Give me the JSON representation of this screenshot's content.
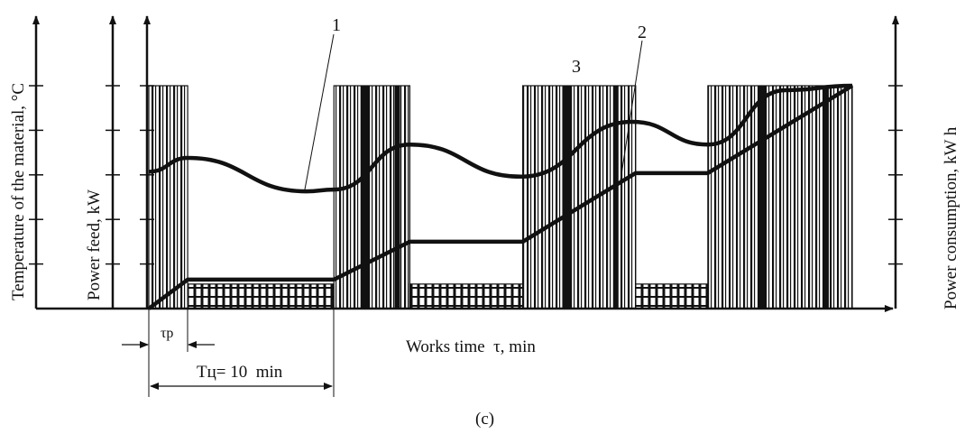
{
  "chart_data": {
    "type": "line",
    "caption": "(c)",
    "xlabel": "Works time  τ, min",
    "ylabels": {
      "temperature": "Temperature of the material, °C",
      "power_feed": "Power feed, kW",
      "power_consumption": "Power consumption, kW h"
    },
    "annotations": {
      "tau_p": "τp",
      "period": "Tц= 10  min",
      "curve_labels": [
        "1",
        "2",
        "3"
      ]
    },
    "y_ticks": 5,
    "xlim": [
      0,
      38
    ],
    "power_profile": [
      {
        "start": 0,
        "end": 2.1,
        "level": "high"
      },
      {
        "start": 2.1,
        "end": 10,
        "level": "low"
      },
      {
        "start": 10,
        "end": 14.1,
        "level": "high"
      },
      {
        "start": 14.1,
        "end": 20.2,
        "level": "low"
      },
      {
        "start": 20.2,
        "end": 26.3,
        "level": "high"
      },
      {
        "start": 26.3,
        "end": 30.2,
        "level": "low"
      },
      {
        "start": 30.2,
        "end": 38,
        "level": "high"
      }
    ],
    "series": [
      {
        "name": "1",
        "description_label": "Temperature of the material",
        "x": [
          0,
          2.1,
          8.5,
          10,
          14.1,
          20.1,
          26.1,
          30.2,
          34.4,
          38
        ],
        "y": [
          3.07,
          3.38,
          2.63,
          2.67,
          3.68,
          2.96,
          4.19,
          3.68,
          4.9,
          5.0
        ]
      },
      {
        "name": "2",
        "description_label": "Power consumption",
        "x": [
          0,
          2.1,
          10,
          14.1,
          20.2,
          26.3,
          30.2,
          38
        ],
        "y": [
          0,
          0.65,
          0.65,
          1.5,
          1.5,
          3.04,
          3.04,
          5.0
        ]
      }
    ],
    "colors": {
      "ink": "#111111",
      "background": "#ffffff"
    }
  }
}
